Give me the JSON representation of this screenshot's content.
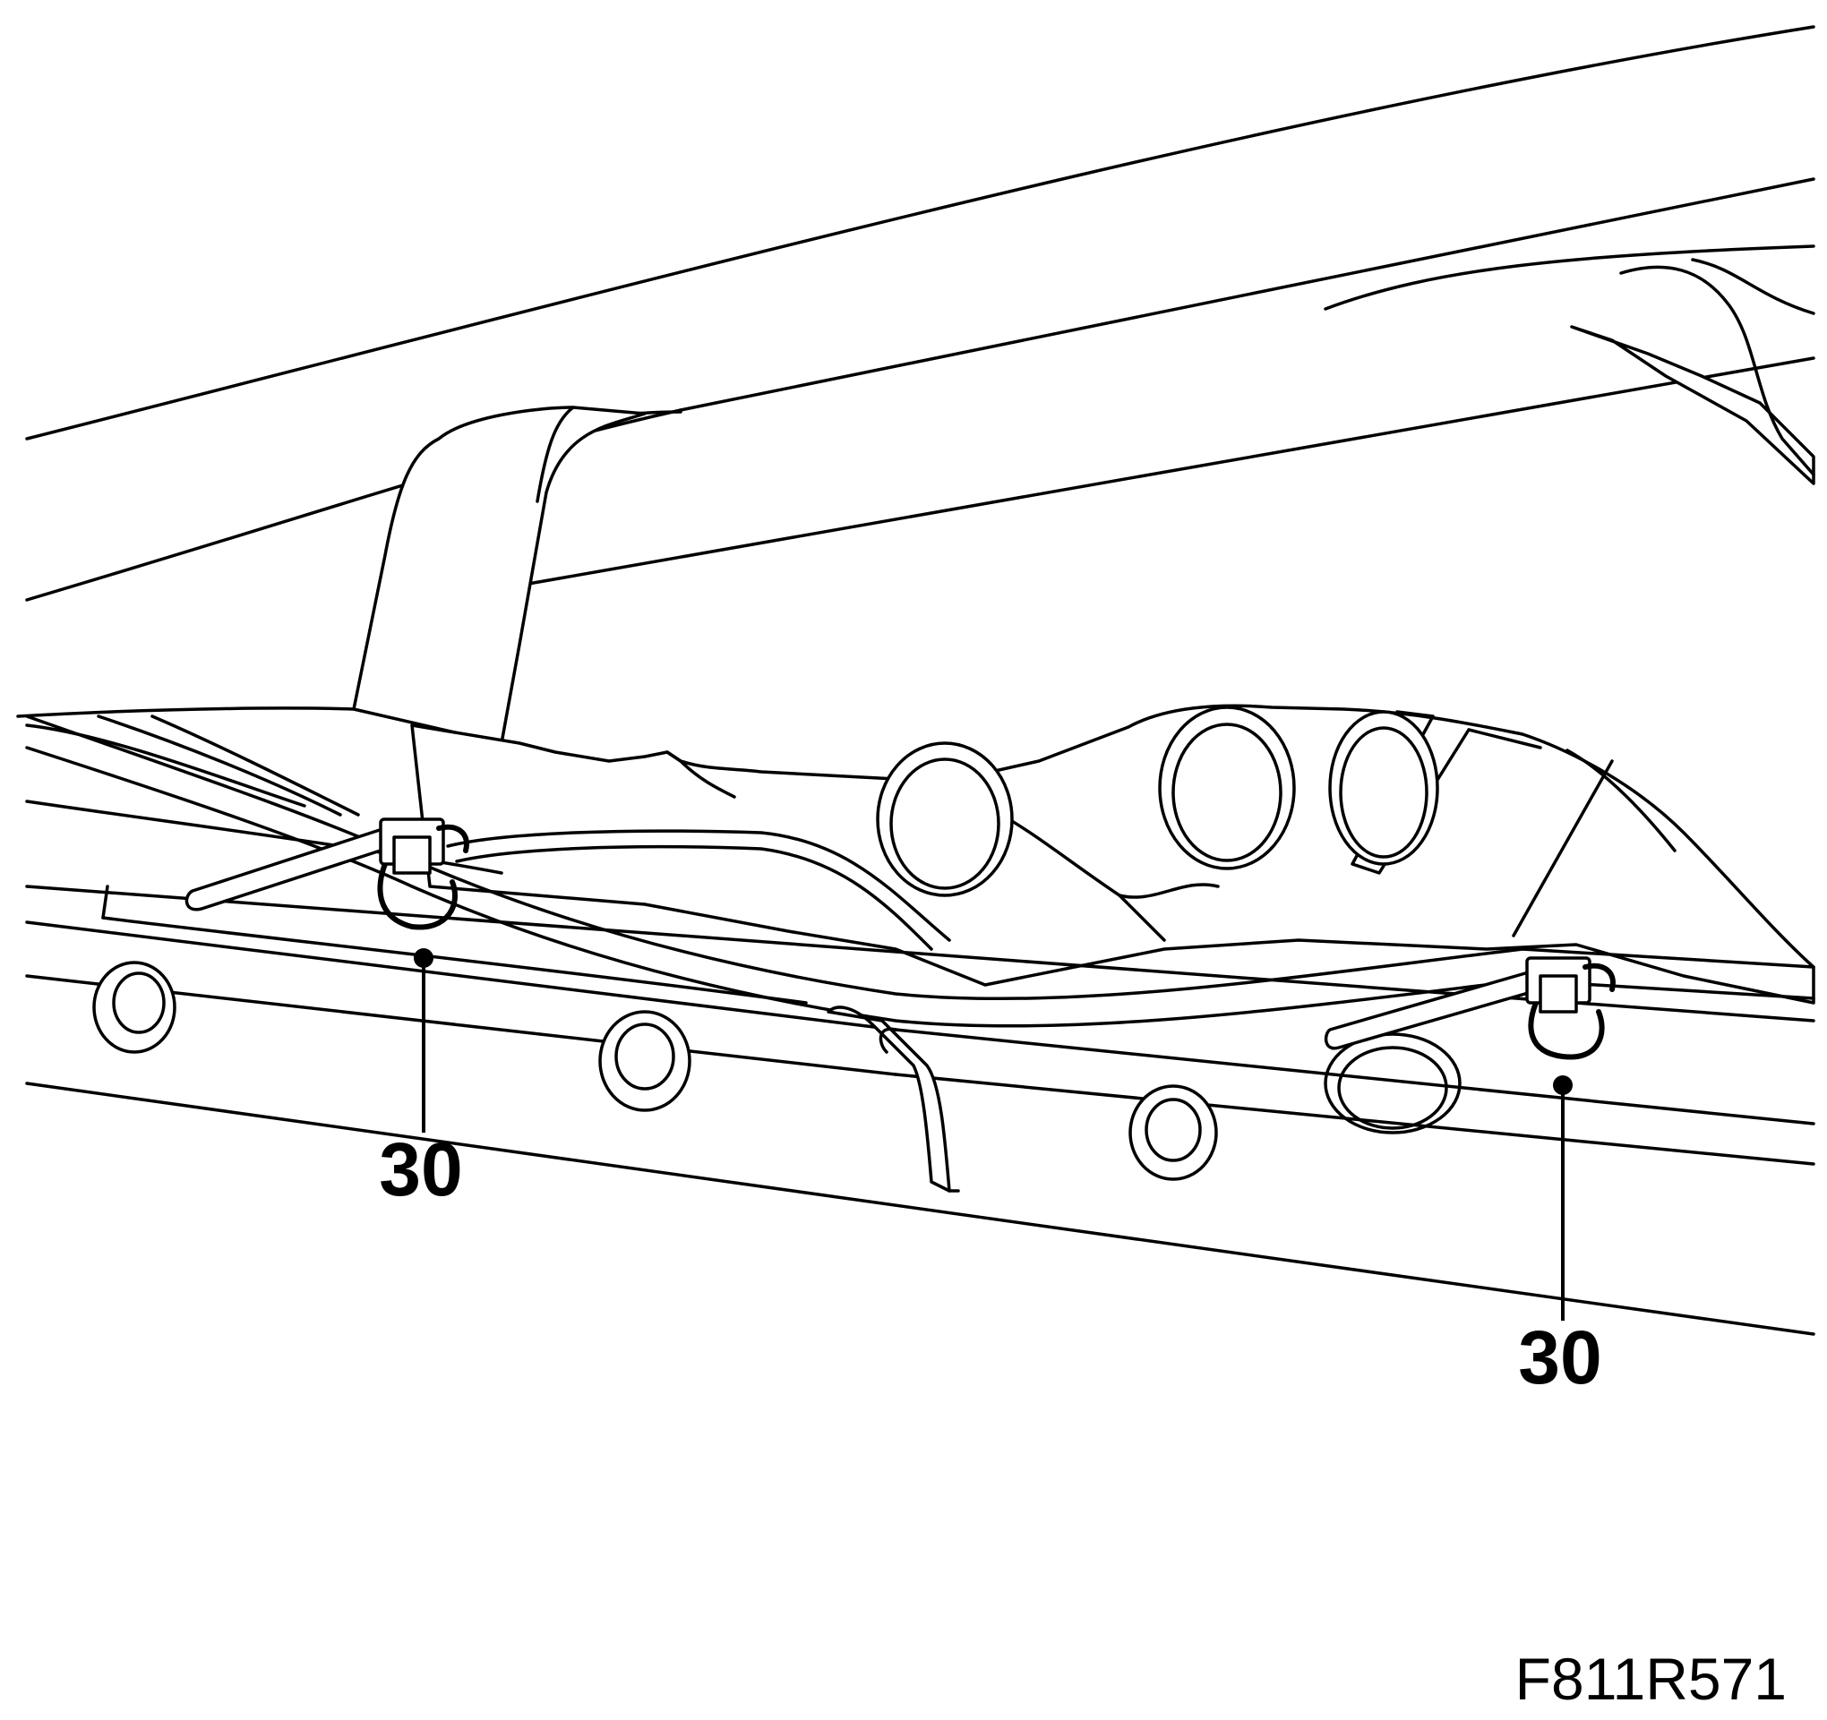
{
  "figure": {
    "id": "F811R571",
    "callouts": [
      {
        "label": "30",
        "part": "cable-tie-clip-left"
      },
      {
        "label": "30",
        "part": "cable-tie-clip-right"
      }
    ]
  },
  "colors": {
    "line": "#000000",
    "background": "#ffffff"
  }
}
